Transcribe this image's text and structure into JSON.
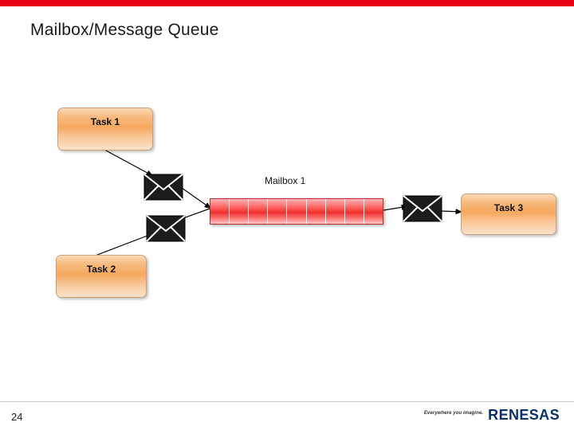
{
  "slide": {
    "title": "Mailbox/Message Queue",
    "page_number": "24",
    "accent_color": "#e60012",
    "title_color": "#1a1a1a"
  },
  "diagram": {
    "type": "block-flow",
    "tasks": [
      {
        "id": "task1",
        "label": "Task 1"
      },
      {
        "id": "task2",
        "label": "Task 2"
      },
      {
        "id": "task3",
        "label": "Task 3"
      }
    ],
    "mailbox": {
      "label": "Mailbox 1",
      "cells": 9,
      "fill_color": "#f03030",
      "border_color": "#b03030"
    },
    "messages": [
      {
        "id": "env1",
        "name": "message-envelope-from-task1"
      },
      {
        "id": "env2",
        "name": "message-envelope-from-task2"
      },
      {
        "id": "env3",
        "name": "message-envelope-to-task3"
      }
    ],
    "arrows": [
      {
        "from": "task1",
        "to": "env1"
      },
      {
        "from": "task2",
        "to": "env2"
      },
      {
        "from": "env1",
        "to": "mailbox"
      },
      {
        "from": "env2",
        "to": "mailbox"
      },
      {
        "from": "mailbox",
        "to": "env3"
      },
      {
        "from": "env3",
        "to": "task3"
      }
    ]
  },
  "footer": {
    "brand_tagline": "Everywhere you imagine.",
    "brand_name": "RENESAS",
    "brand_color": "#0b2e6e"
  }
}
